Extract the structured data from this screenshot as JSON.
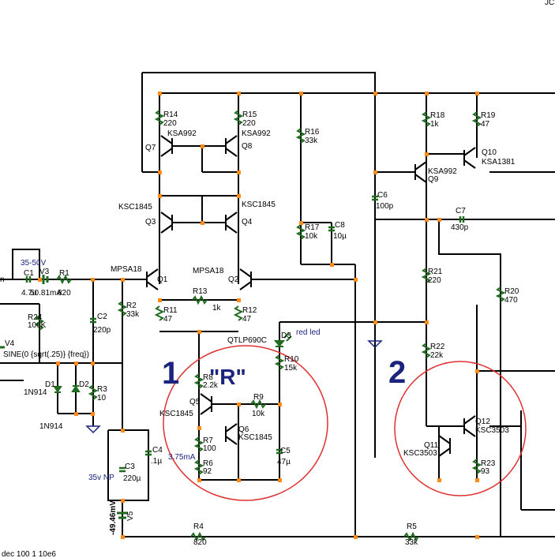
{
  "corner_mark": "JC",
  "annotations": {
    "zone1_number": "1",
    "zone1_label": "\"R\"",
    "zone2_number": "2",
    "v3_range": "35-50V",
    "v3_current": "50.81mA",
    "q5_current": "3.75mA",
    "c3_note": "35v NP",
    "v5_voltage": "-49.46mV",
    "d3_color": "red led",
    "sim_note": "dec 100 1 10e6",
    "left_edge_text": "n"
  },
  "colors": {
    "wire": "#000000",
    "node": "#ff8c1a",
    "component": "#1e6b1e",
    "circle": "#e03030",
    "text_accent": "#1a237e"
  },
  "components": [
    {
      "ref": "R14",
      "value": "220"
    },
    {
      "ref": "R15",
      "value": "220"
    },
    {
      "ref": "R16",
      "value": "33k"
    },
    {
      "ref": "R17",
      "value": "10k"
    },
    {
      "ref": "R18",
      "value": "1k"
    },
    {
      "ref": "R19",
      "value": "47"
    },
    {
      "ref": "R21",
      "value": "220"
    },
    {
      "ref": "R22",
      "value": "22k"
    },
    {
      "ref": "R20",
      "value": "470"
    },
    {
      "ref": "R23",
      "value": "93"
    },
    {
      "ref": "R13",
      "value": "1k"
    },
    {
      "ref": "R11",
      "value": "47"
    },
    {
      "ref": "R12",
      "value": "47"
    },
    {
      "ref": "R10",
      "value": "15k"
    },
    {
      "ref": "R8",
      "value": "2.2k"
    },
    {
      "ref": "R9",
      "value": "10k"
    },
    {
      "ref": "R7",
      "value": "100"
    },
    {
      "ref": "R6",
      "value": "92"
    },
    {
      "ref": "R2",
      "value": "33k"
    },
    {
      "ref": "R24",
      "value": "100K"
    },
    {
      "ref": "R1",
      "value": "820"
    },
    {
      "ref": "R3",
      "value": "10"
    },
    {
      "ref": "R4",
      "value": "820"
    },
    {
      "ref": "R5",
      "value": "33k"
    },
    {
      "ref": "C1",
      "value": "4.7u"
    },
    {
      "ref": "C2",
      "value": "220p"
    },
    {
      "ref": "C3",
      "value": "220µ"
    },
    {
      "ref": "C4",
      "value": ".1µ"
    },
    {
      "ref": "C5",
      "value": "47µ"
    },
    {
      "ref": "C6",
      "value": "100p"
    },
    {
      "ref": "C7",
      "value": "430p"
    },
    {
      "ref": "C8",
      "value": "10µ"
    },
    {
      "ref": "Q1",
      "value": "MPSA18"
    },
    {
      "ref": "Q2",
      "value": "MPSA18"
    },
    {
      "ref": "Q3",
      "value": "KSC1845"
    },
    {
      "ref": "Q4",
      "value": "KSC1845"
    },
    {
      "ref": "Q5",
      "value": "KSC1845"
    },
    {
      "ref": "Q6",
      "value": "KSC1845"
    },
    {
      "ref": "Q7",
      "value": "KSA992"
    },
    {
      "ref": "Q8",
      "value": "KSA992"
    },
    {
      "ref": "Q9",
      "value": "KSA992"
    },
    {
      "ref": "Q10",
      "value": "KSA1381"
    },
    {
      "ref": "Q11",
      "value": "KSC3503"
    },
    {
      "ref": "Q12",
      "value": "KSC3503"
    },
    {
      "ref": "D1",
      "value": "1N914"
    },
    {
      "ref": "D2",
      "value": "1N914"
    },
    {
      "ref": "D3",
      "value": "QTLP690C"
    },
    {
      "ref": "V3",
      "value": ""
    },
    {
      "ref": "V4",
      "value": "SINE(0 {sqrt(.25)} {freq})"
    },
    {
      "ref": "V5",
      "value": ""
    }
  ]
}
